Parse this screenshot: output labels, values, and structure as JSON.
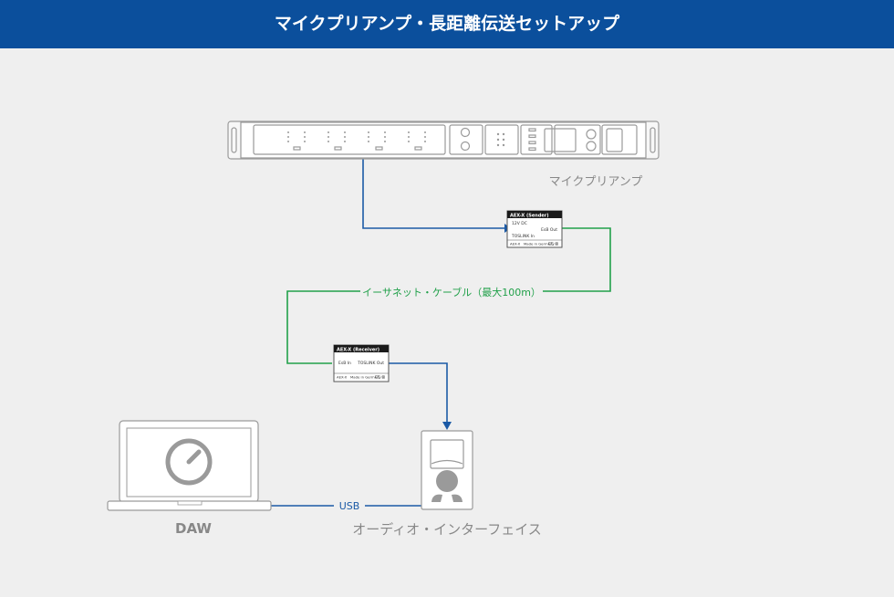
{
  "header": {
    "title": "マイクプリアンプ・長距離伝送セットアップ"
  },
  "devices": {
    "preamp": {
      "label": "マイクプリアンプ"
    },
    "sender": {
      "title": "AEX-X (Sender)",
      "port_dc": "12V DC",
      "port_out": "EsB Out",
      "port_in": "TOSLINK In",
      "footer_a": "AEX-X",
      "footer_b": "Made in Germany",
      "marks": "CE ⊠"
    },
    "receiver": {
      "title": "AEX-X (Receiver)",
      "port_in": "EsB In",
      "port_out": "TOSLINK Out",
      "footer_a": "AEX-X",
      "footer_b": "Made in Germany",
      "marks": "CE ⊠"
    },
    "interface": {
      "label": "オーディオ・インターフェイス"
    },
    "laptop": {
      "label": "DAW"
    }
  },
  "cables": {
    "ethernet": {
      "label": "イーサネット・ケーブル（最大100m）"
    },
    "usb": {
      "label": "USB"
    }
  },
  "colors": {
    "header": "#0b4f9c",
    "background": "#efefef",
    "blue_cable": "#1b5aa6",
    "green_cable": "#21a04a",
    "device_stroke": "#9a9a9a",
    "label_gray": "#888888"
  }
}
